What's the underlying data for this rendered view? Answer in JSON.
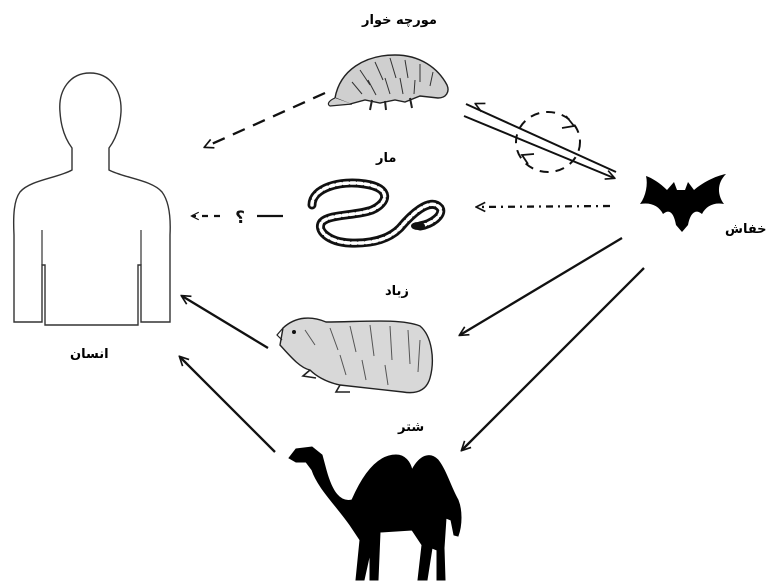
{
  "nodes": {
    "pangolin": {
      "label": "مورچه خوار",
      "icon": "pangolin-icon"
    },
    "snake": {
      "label": "مار",
      "icon": "snake-icon"
    },
    "civet": {
      "label": "زباد",
      "icon": "civet-icon"
    },
    "camel": {
      "label": "شتر",
      "icon": "camel-icon"
    },
    "bat": {
      "label": "خفاش",
      "icon": "bat-icon"
    },
    "human": {
      "label": "انسان",
      "icon": "human-silhouette-icon"
    }
  },
  "edges": [
    {
      "from": "pangolin",
      "to": "human",
      "style": "dashed"
    },
    {
      "from": "snake",
      "to": "human",
      "style": "dashed",
      "label": "؟"
    },
    {
      "from": "civet",
      "to": "human",
      "style": "solid"
    },
    {
      "from": "camel",
      "to": "human",
      "style": "solid"
    },
    {
      "from": "bat",
      "to": "pangolin",
      "style": "double-solid",
      "cycle": "dashed"
    },
    {
      "from": "bat",
      "to": "snake",
      "style": "dash-dot"
    },
    {
      "from": "bat",
      "to": "civet",
      "style": "solid"
    },
    {
      "from": "bat",
      "to": "camel",
      "style": "solid"
    }
  ]
}
